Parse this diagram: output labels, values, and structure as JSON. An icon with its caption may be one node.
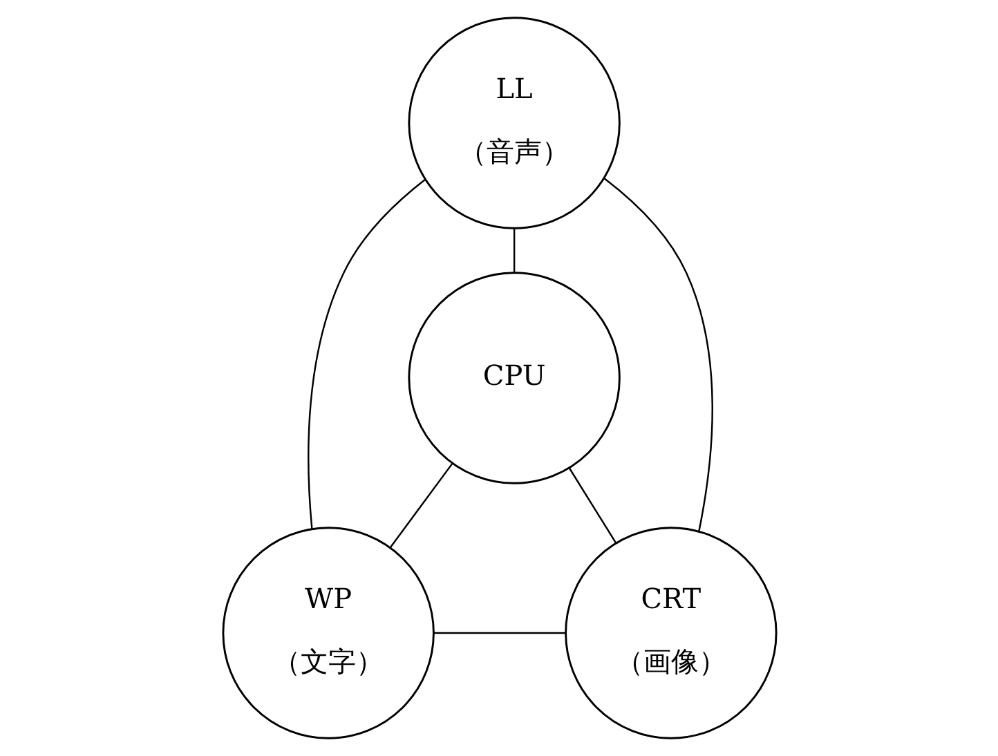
{
  "diagram": {
    "nodes": [
      {
        "text": [
          "LL",
          "（音声）"
        ]
      },
      {
        "text": [
          "CPU"
        ]
      },
      {
        "text": [
          "WP",
          "（文字）"
        ]
      },
      {
        "text": [
          "CRT",
          "（画像）"
        ]
      }
    ],
    "edges": [
      {
        "from": 0,
        "to": 1,
        "arrow": "none"
      },
      {
        "from": 0,
        "to": 2,
        "arrow": "none"
      },
      {
        "from": 0,
        "to": 3,
        "arrow": "none"
      },
      {
        "from": 1,
        "to": 2,
        "arrow": "none"
      },
      {
        "from": 1,
        "to": 3,
        "arrow": "none"
      },
      {
        "from": 2,
        "to": 3,
        "arrow": "none"
      }
    ]
  }
}
